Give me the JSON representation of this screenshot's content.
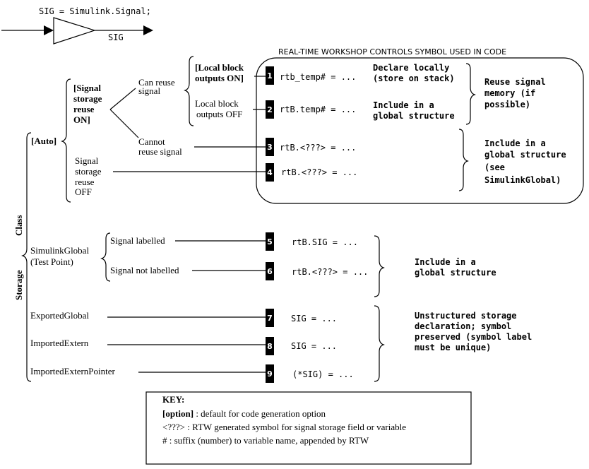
{
  "header": {
    "assignment": "SIG = Simulink.Signal;",
    "signal_label": "SIG"
  },
  "panel": {
    "title": "REAL-TIME WORKSHOP CONTROLS SYMBOL USED IN CODE"
  },
  "storage_class": {
    "class_label": "Class",
    "storage_label": "Storage"
  },
  "auto": {
    "label": "[Auto]",
    "reuse_on": [
      "[Signal",
      "storage",
      "reuse",
      "ON]"
    ],
    "reuse_off": [
      "Signal",
      "storage",
      "reuse",
      "OFF"
    ],
    "can_reuse": [
      "Can reuse",
      "signal"
    ],
    "cannot_reuse": [
      "Cannot",
      "reuse signal"
    ],
    "local_on": [
      "[Local block",
      "outputs ON]"
    ],
    "local_off": [
      "Local block",
      "outputs OFF"
    ]
  },
  "rows": [
    {
      "num": "1",
      "code": "rtb_temp# = ..."
    },
    {
      "num": "2",
      "code": "rtB.temp# = ..."
    },
    {
      "num": "3",
      "code": "rtB.<???> = ..."
    },
    {
      "num": "4",
      "code": "rtB.<???> = ..."
    },
    {
      "num": "5",
      "code": "rtB.SIG = ..."
    },
    {
      "num": "6",
      "code": "rtB.<???> = ..."
    },
    {
      "num": "7",
      "code": "SIG = ..."
    },
    {
      "num": "8",
      "code": "SIG = ..."
    },
    {
      "num": "9",
      "code": "(*SIG) = ..."
    }
  ],
  "descriptions": {
    "declare_locally": [
      "Declare locally",
      "(store on stack)"
    ],
    "include_global_short": [
      "Include in a",
      "global structure"
    ],
    "reuse_memory": [
      "Reuse signal",
      "memory (if",
      "possible)"
    ],
    "include_global_see": [
      "Include in a",
      "global structure",
      "(see",
      "SimulinkGlobal)"
    ],
    "include_global_sg": [
      "Include in a",
      "global structure"
    ],
    "unstructured": [
      "Unstructured storage",
      "declaration; symbol",
      "preserved (symbol label",
      "must be unique)"
    ]
  },
  "simulink_global": {
    "label": [
      "SimulinkGlobal",
      "(Test Point)"
    ],
    "labelled": "Signal labelled",
    "not_labelled": "Signal not labelled"
  },
  "others": {
    "exported": "ExportedGlobal",
    "imported": "ImportedExtern",
    "imported_ptr": "ImportedExternPointer"
  },
  "key": {
    "title": "KEY:",
    "option_bold": "[option]",
    "option_text": " :  default for code generation option",
    "symbol": "<???>  : RTW generated symbol for signal storage field or variable",
    "suffix": "#  : suffix (number) to variable name, appended by RTW"
  }
}
